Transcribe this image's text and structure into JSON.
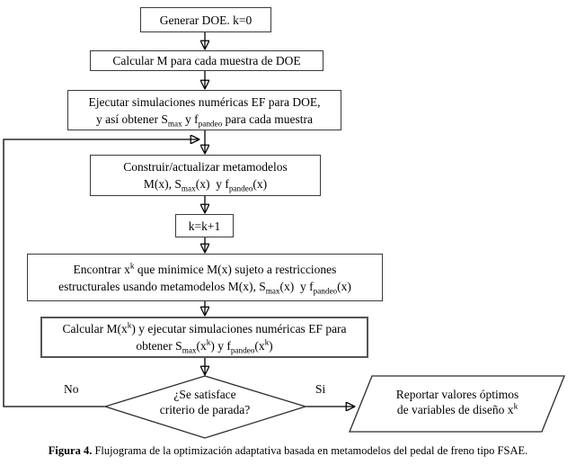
{
  "nodes": {
    "generar_doe": {
      "text": "Generar DOE. k=0"
    },
    "calcular_m": {
      "text": "Calcular M para cada muestra de DOE"
    },
    "ejecutar_sim": {
      "line1": "Ejecutar simulaciones numéricas EF para DOE,",
      "line2": {
        "a": "y así obtener S",
        "sub1": "max",
        "b": " y f",
        "sub2": "pandeo",
        "c": " para cada muestra"
      }
    },
    "construir": {
      "line1": "Construir/actualizar metamodelos",
      "line2": {
        "a": "M(x), S",
        "sub1": "max",
        "b": "(x)  y f",
        "sub2": "pandeo",
        "c": "(x)"
      }
    },
    "k_inc": {
      "text": "k=k+1"
    },
    "encontrar": {
      "line1": {
        "a": "Encontrar x",
        "sup1": "k",
        "b": " que minimice M(x) sujeto a restricciones"
      },
      "line2": {
        "a": "estructurales usando metamodelos M(x), S",
        "sub1": "max",
        "b": "(x)  y f",
        "sub2": "pandeo",
        "c": "(x)"
      }
    },
    "calcular_mxk": {
      "line1": {
        "a": "Calcular M(x",
        "sup1": "k",
        "b": ") y ejecutar simulaciones numéricas EF para"
      },
      "line2": {
        "a": "obtener S",
        "sub1": "max",
        "b": "(x",
        "sup1": "k",
        "c": ") y f",
        "sub2": "pandeo",
        "d": "(x",
        "sup2": "k",
        "e": ")"
      }
    },
    "decision": {
      "line1": "¿Se satisface",
      "line2": "criterio de parada?"
    },
    "reportar": {
      "line1": "Reportar valores óptimos",
      "line2": {
        "a": "de variables de diseño x",
        "sup1": "k"
      }
    }
  },
  "edge_labels": {
    "no": "No",
    "si": "Si"
  },
  "caption": {
    "bold": "Figura 4.",
    "text": " Flujograma de la optimización adaptativa basada en metamodelos del pedal de freno tipo FSAE."
  },
  "colors": {
    "line": "#000000",
    "background": "#ffffff"
  }
}
